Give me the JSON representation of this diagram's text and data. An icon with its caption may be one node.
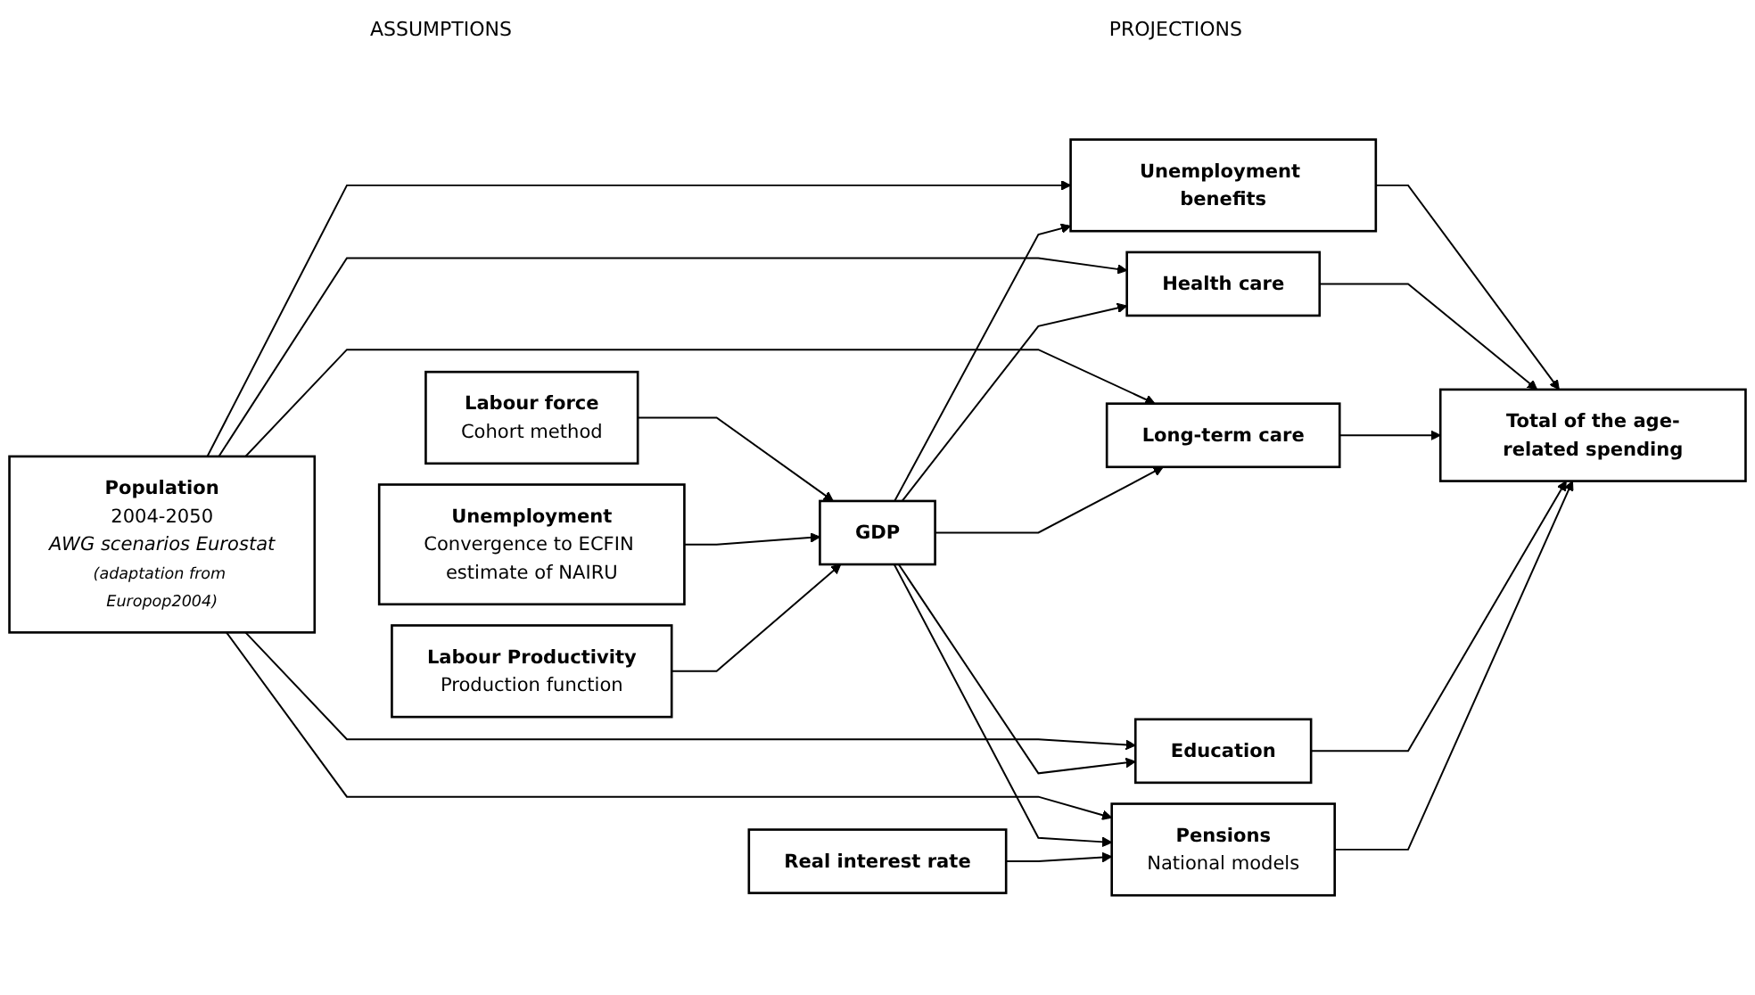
{
  "diagram": {
    "nodes": [
      {
        "text": [
          "Population",
          "2004-2050",
          "AWG scenarios Eurostat",
          "(adaptation from Europop2004)"
        ]
      },
      {
        "text": [
          "Labour force",
          "Cohort method"
        ]
      },
      {
        "text": [
          "Unemployment",
          "Convergence to ECFIN estimate of NAIRU"
        ]
      },
      {
        "text": [
          "Labour Productivity",
          "Production function"
        ]
      },
      {
        "text": [
          "Real interest rate"
        ]
      },
      {
        "text": [
          "GDP"
        ]
      },
      {
        "text": [
          "Unemployment benefits"
        ]
      },
      {
        "text": [
          "Health care"
        ]
      },
      {
        "text": [
          "Long-term care"
        ]
      },
      {
        "text": [
          "Education"
        ]
      },
      {
        "text": [
          "Pensions",
          "National models"
        ]
      },
      {
        "text": [
          "Total of the age-related spending"
        ]
      }
    ],
    "edges": [
      {
        "from": 0,
        "to": 6,
        "arrow": "to"
      },
      {
        "from": 0,
        "to": 7,
        "arrow": "to"
      },
      {
        "from": 0,
        "to": 8,
        "arrow": "to"
      },
      {
        "from": 0,
        "to": 9,
        "arrow": "to"
      },
      {
        "from": 0,
        "to": 10,
        "arrow": "to"
      },
      {
        "from": 1,
        "to": 5,
        "arrow": "to"
      },
      {
        "from": 2,
        "to": 5,
        "arrow": "to"
      },
      {
        "from": 3,
        "to": 5,
        "arrow": "to"
      },
      {
        "from": 5,
        "to": 6,
        "arrow": "to"
      },
      {
        "from": 5,
        "to": 7,
        "arrow": "to"
      },
      {
        "from": 5,
        "to": 8,
        "arrow": "to"
      },
      {
        "from": 5,
        "to": 9,
        "arrow": "to"
      },
      {
        "from": 5,
        "to": 10,
        "arrow": "to"
      },
      {
        "from": 4,
        "to": 10,
        "arrow": "to"
      },
      {
        "from": 6,
        "to": 11,
        "arrow": "to"
      },
      {
        "from": 7,
        "to": 11,
        "arrow": "to"
      },
      {
        "from": 8,
        "to": 11,
        "arrow": "to"
      },
      {
        "from": 9,
        "to": 11,
        "arrow": "to"
      },
      {
        "from": 10,
        "to": 11,
        "arrow": "to"
      }
    ],
    "labels": [
      "ASSUMPTIONS",
      "PROJECTIONS"
    ]
  }
}
